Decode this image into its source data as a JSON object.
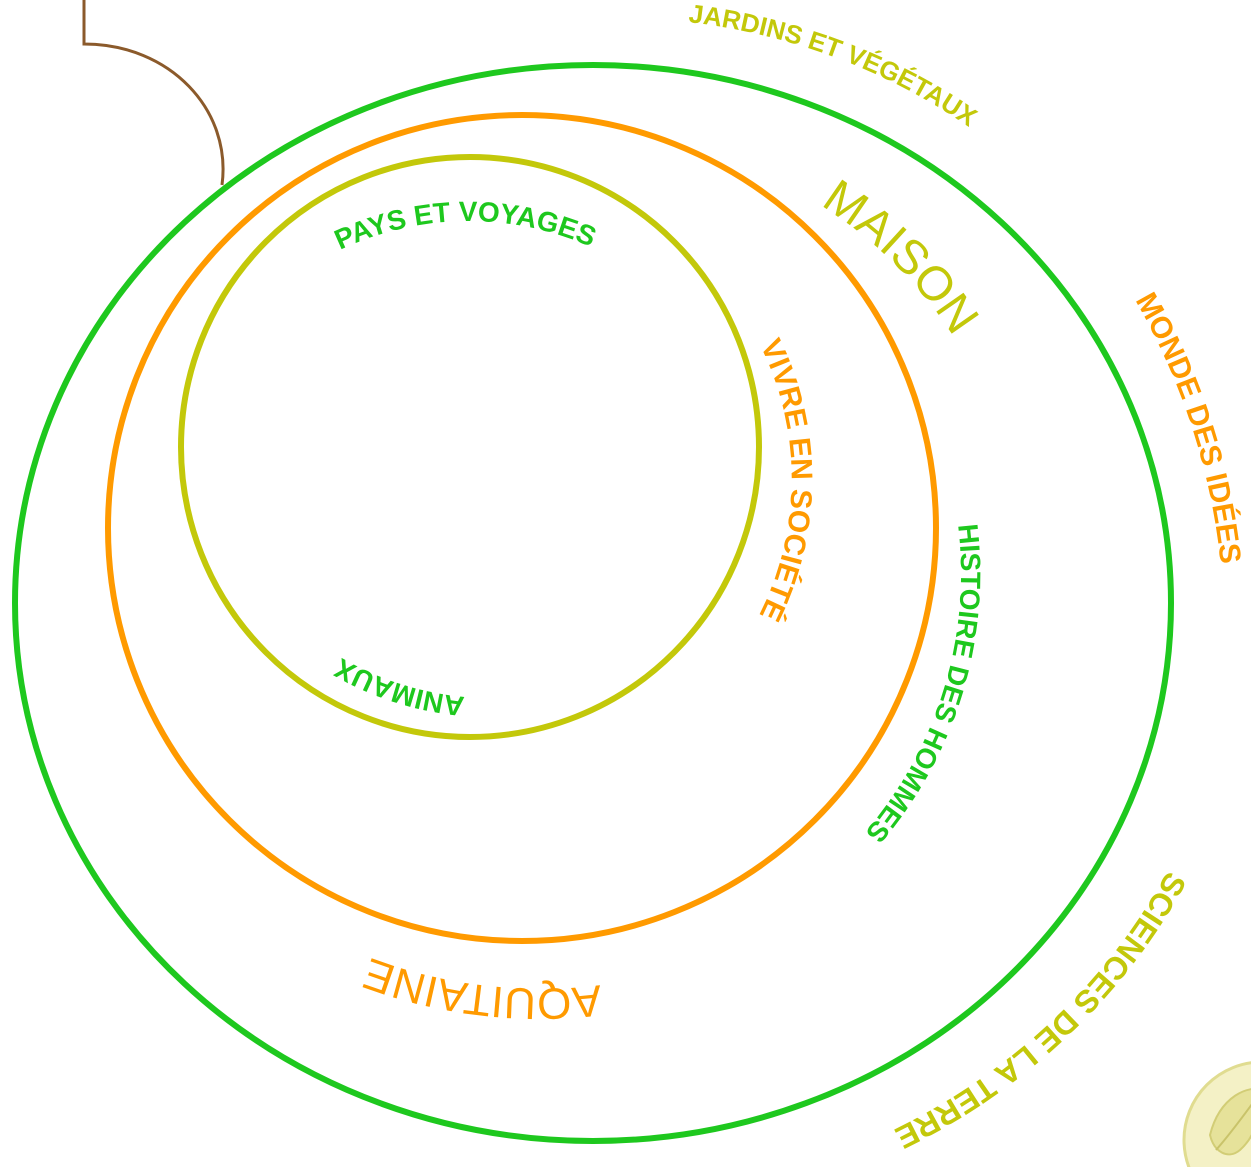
{
  "colors": {
    "green": "#1ec81e",
    "orange": "#ff9a00",
    "lime": "#c3c80a",
    "brown": "#8b5a2b",
    "leaf": "#e6e29a"
  },
  "labels": {
    "jardins": "JARDINS ET VÉGÉTAUX",
    "maison": "MAISON",
    "monde": "MONDE DES IDÉES",
    "pays": "PAYS ET VOYAGES",
    "vivre": "VIVRE EN SOCIÉTÉ",
    "histoire": "HISTOIRE DES HOMMES",
    "animaux": "ANIMAUX",
    "aquitaine": "AQUITAINE",
    "sciences": "SCIENCES DE LA TERRE"
  },
  "icons": {
    "corner": "leaf-emblem-icon"
  }
}
